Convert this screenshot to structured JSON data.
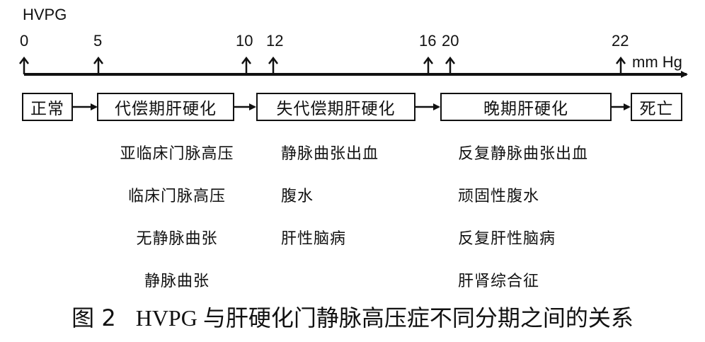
{
  "axis": {
    "title": "HVPG",
    "unit": "mm Hg",
    "ticks": [
      "0",
      "5",
      "10",
      "12",
      "16",
      "20",
      "22"
    ]
  },
  "stages": [
    "正常",
    "代偿期肝硬化",
    "失代偿期肝硬化",
    "晚期肝硬化",
    "死亡"
  ],
  "symptoms": {
    "compensated": [
      "亚临床门脉高压",
      "临床门脉高压",
      "无静脉曲张",
      "静脉曲张"
    ],
    "decompensated": [
      "静脉曲张出血",
      "腹水",
      "肝性脑病"
    ],
    "advanced": [
      "反复静脉曲张出血",
      "顽固性腹水",
      "反复肝性脑病",
      "肝肾综合征"
    ]
  },
  "caption": {
    "prefix": "图 2",
    "latin": "HVPG",
    "rest": "与肝硬化门静脉高压症不同分期之间的关系"
  }
}
